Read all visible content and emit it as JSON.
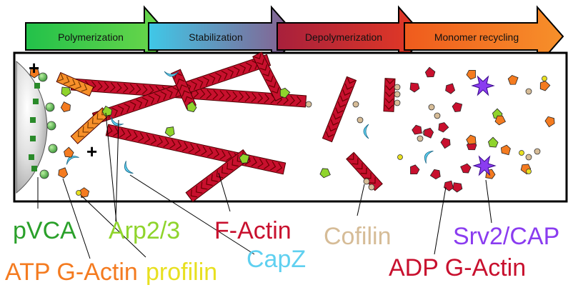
{
  "stages": [
    {
      "label": "Polymerization",
      "color_from": "#22c14a",
      "color_to": "#6fd84a"
    },
    {
      "label": "Stabilization",
      "color_from": "#3fc8e8",
      "color_to": "#7a8fb8"
    },
    {
      "label": "Depolymerization",
      "color_from": "#b0203a",
      "color_to": "#e02a2a"
    },
    {
      "label": "Monomer recycling",
      "color_from": "#ef5b1d",
      "color_to": "#f7902a"
    }
  ],
  "plus_signs": [
    "+",
    "+"
  ],
  "legend": [
    {
      "key": "pvca",
      "text": "pVCA",
      "color": "#2aa02a"
    },
    {
      "key": "atp_gactin",
      "text": "ATP G-Actin",
      "color": "#f47b20"
    },
    {
      "key": "arp23",
      "text": "Arp2/3",
      "color": "#8fd42c"
    },
    {
      "key": "profilin",
      "text": "profilin",
      "color": "#e8e020"
    },
    {
      "key": "factin",
      "text": "F-Actin",
      "color": "#c8102e"
    },
    {
      "key": "capz",
      "text": "CapZ",
      "color": "#5fd0f0"
    },
    {
      "key": "cofilin",
      "text": "Cofilin",
      "color": "#d6bc97"
    },
    {
      "key": "adp_gactin",
      "text": "ADP G-Actin",
      "color": "#c8102e"
    },
    {
      "key": "srv2cap",
      "text": "Srv2/CAP",
      "color": "#8a3cf0"
    }
  ]
}
